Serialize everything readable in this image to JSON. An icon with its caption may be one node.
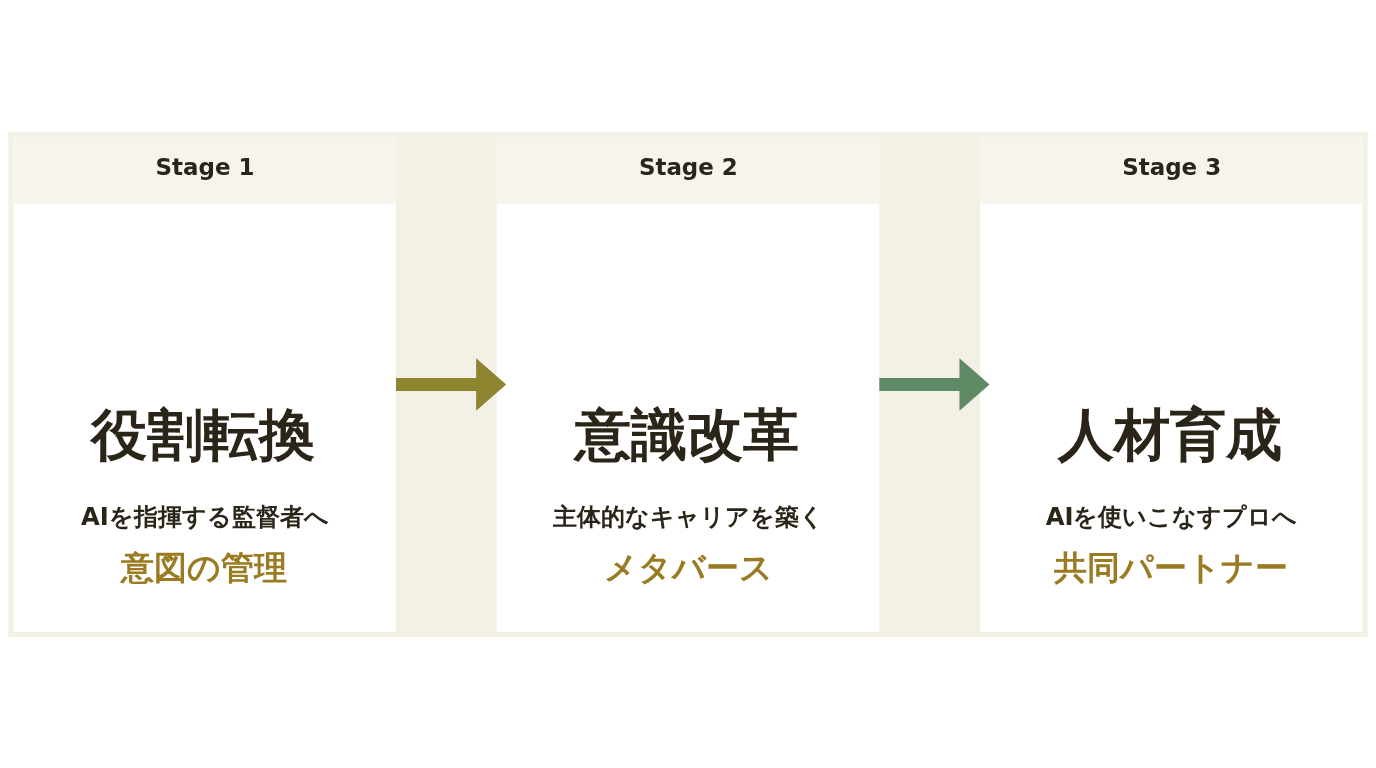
{
  "diagram": {
    "nodes": [
      {
        "text": [
          "Stage 1",
          "役割転換",
          "AIを指揮する監督者へ",
          "意図の管理"
        ]
      },
      {
        "text": [
          "Stage 2",
          "意識改革",
          "主体的なキャリアを築く",
          "メタバース"
        ]
      },
      {
        "text": [
          "Stage 3",
          "人材育成",
          "AIを使いこなすプロへ",
          "共同パートナー"
        ]
      }
    ],
    "edges": [
      {
        "from": 0,
        "to": 1,
        "arrow": "to",
        "color": "#8e8530"
      },
      {
        "from": 1,
        "to": 2,
        "arrow": "to",
        "color": "#5f8a66"
      }
    ]
  }
}
